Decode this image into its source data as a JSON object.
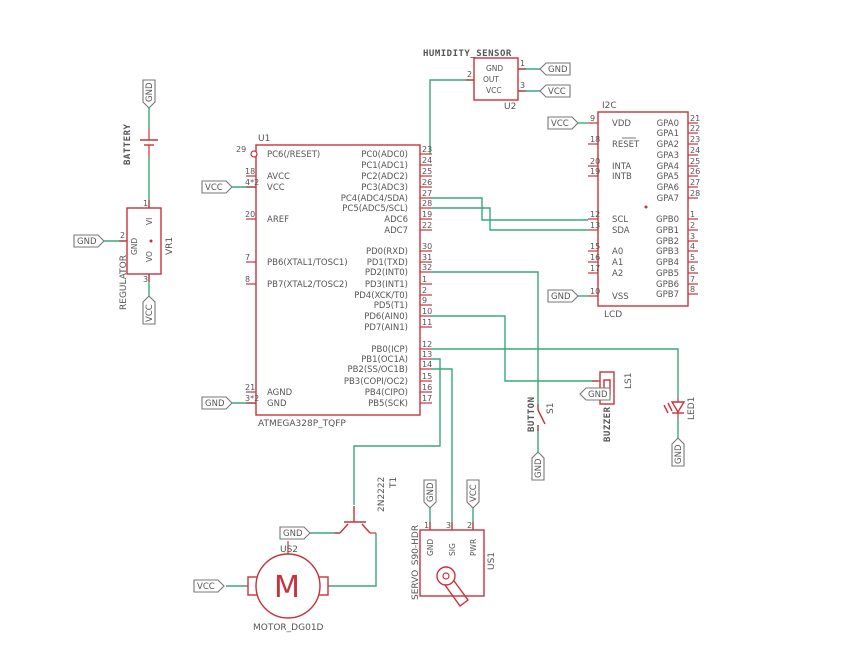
{
  "components": {
    "battery": {
      "name": "BATTERY"
    },
    "regulator": {
      "name": "REGULATOR",
      "ref": "VR1",
      "pin_gnd": "GND",
      "pin_vi": "VI",
      "pin_vo": "VO",
      "pin1": "1",
      "pin2": "2",
      "pin3": "3"
    },
    "mcu": {
      "ref": "U1",
      "name": "ATMEGA328P_TQFP",
      "left_pins": [
        {
          "num": "29",
          "label": "PC6(/RESET)"
        },
        {
          "num": "18",
          "label": "AVCC"
        },
        {
          "num": "4*2",
          "label": "VCC"
        },
        {
          "num": "20",
          "label": "AREF"
        },
        {
          "num": "7",
          "label": "PB6(XTAL1/TOSC1)"
        },
        {
          "num": "8",
          "label": "PB7(XTAL2/TOSC2)"
        },
        {
          "num": "21",
          "label": "AGND"
        },
        {
          "num": "3*2",
          "label": "GND"
        }
      ],
      "right_pins": [
        {
          "num": "23",
          "label": "PC0(ADC0)"
        },
        {
          "num": "24",
          "label": "PC1(ADC1)"
        },
        {
          "num": "25",
          "label": "PC2(ADC2)"
        },
        {
          "num": "26",
          "label": "PC3(ADC3)"
        },
        {
          "num": "27",
          "label": "PC4(ADC4/SDA)"
        },
        {
          "num": "28",
          "label": "PC5(ADC5/SCL)"
        },
        {
          "num": "19",
          "label": "ADC6"
        },
        {
          "num": "22",
          "label": "ADC7"
        },
        {
          "num": "30",
          "label": "PD0(RXD)"
        },
        {
          "num": "31",
          "label": "PD1(TXD)"
        },
        {
          "num": "32",
          "label": "PD2(INT0)"
        },
        {
          "num": "1",
          "label": "PD3(INT1)"
        },
        {
          "num": "2",
          "label": "PD4(XCK/T0)"
        },
        {
          "num": "9",
          "label": "PD5(T1)"
        },
        {
          "num": "10",
          "label": "PD6(AIN0)"
        },
        {
          "num": "11",
          "label": "PD7(AIN1)"
        },
        {
          "num": "12",
          "label": "PB0(ICP)"
        },
        {
          "num": "13",
          "label": "PB1(OC1A)"
        },
        {
          "num": "14",
          "label": "PB2(SS/OC1B)"
        },
        {
          "num": "15",
          "label": "PB3(COPI/OC2)"
        },
        {
          "num": "16",
          "label": "PB4(CIPO)"
        },
        {
          "num": "17",
          "label": "PB5(SCK)"
        }
      ]
    },
    "humidity": {
      "name": "HUMIDITY_SENSOR",
      "ref": "U2",
      "pins": [
        "GND",
        "OUT",
        "VCC"
      ],
      "nums": [
        "1",
        "2",
        "3"
      ]
    },
    "lcd": {
      "ref": "I2C",
      "name": "LCD",
      "left_pins": [
        {
          "num": "9",
          "label": "VDD"
        },
        {
          "num": "18",
          "label": "RESET"
        },
        {
          "num": "20",
          "label": "INTA"
        },
        {
          "num": "19",
          "label": "INTB"
        },
        {
          "num": "12",
          "label": "SCL"
        },
        {
          "num": "13",
          "label": "SDA"
        },
        {
          "num": "15",
          "label": "A0"
        },
        {
          "num": "16",
          "label": "A1"
        },
        {
          "num": "17",
          "label": "A2"
        },
        {
          "num": "10",
          "label": "VSS"
        }
      ],
      "right_pins": [
        {
          "num": "21",
          "label": "GPA0"
        },
        {
          "num": "22",
          "label": "GPA1"
        },
        {
          "num": "23",
          "label": "GPA2"
        },
        {
          "num": "24",
          "label": "GPA3"
        },
        {
          "num": "25",
          "label": "GPA4"
        },
        {
          "num": "26",
          "label": "GPA5"
        },
        {
          "num": "27",
          "label": "GPA6"
        },
        {
          "num": "28",
          "label": "GPA7"
        },
        {
          "num": "1",
          "label": "GPB0"
        },
        {
          "num": "2",
          "label": "GPB1"
        },
        {
          "num": "3",
          "label": "GPB2"
        },
        {
          "num": "4",
          "label": "GPB3"
        },
        {
          "num": "5",
          "label": "GPB4"
        },
        {
          "num": "6",
          "label": "GPB5"
        },
        {
          "num": "7",
          "label": "GPB6"
        },
        {
          "num": "8",
          "label": "GPB7"
        }
      ]
    },
    "buzzer": {
      "name": "BUZZER",
      "ref": "LS1"
    },
    "button": {
      "name": "BUTTON",
      "ref": "S1"
    },
    "led": {
      "ref": "LED1"
    },
    "transistor": {
      "ref": "T1",
      "name": "2N2222"
    },
    "motor": {
      "ref": "US2",
      "name": "MOTOR_DG01D",
      "symbol": "M"
    },
    "servo": {
      "ref": "US1",
      "name": "SERVO_S90-HDR",
      "pins": [
        "GND",
        "SIG",
        "PWR"
      ],
      "nums": [
        "1",
        "3",
        "2"
      ]
    }
  },
  "power_flags": {
    "gnd": "GND",
    "vcc": "VCC"
  },
  "colors": {
    "part": "#c8323c",
    "wire": "#3aa87a",
    "flag": "#777777",
    "text": "#555555"
  }
}
